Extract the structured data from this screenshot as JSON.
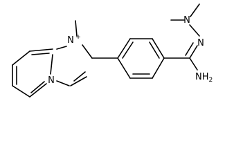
{
  "molecule": {
    "atoms": {
      "n1": {
        "element": "N",
        "charge": "+"
      },
      "n3": {
        "element": "N"
      },
      "n_amidine": {
        "element": "N"
      },
      "n_dimethyl": {
        "element": "N"
      },
      "nh2": {
        "label": "NH",
        "subscript": "2"
      }
    }
  }
}
